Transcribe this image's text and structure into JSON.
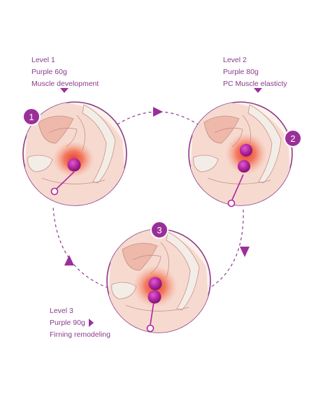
{
  "levels": [
    {
      "number": "1",
      "title": "Level 1",
      "weight": "Purple 60g",
      "description": "Muscle development"
    },
    {
      "number": "2",
      "title": "Level 2",
      "weight": "Purple 80g",
      "description": "PC Muscle elasticty"
    },
    {
      "number": "3",
      "title": "Level 3",
      "weight": "Purple 90g",
      "description": "Firning remodeling"
    }
  ],
  "colors": {
    "accent": "#9b2f9a",
    "ball": "#b0249f",
    "highlight": "#e8342a",
    "skin": "#f6dad0",
    "organ": "#eeb8aa",
    "bone": "#f3ede8",
    "outline": "#c98f86",
    "dashed": "#8a3b8a"
  },
  "icons": [
    "arrow-right-icon",
    "arrow-down-icon",
    "arrow-up-icon",
    "pointer-triangle-icon"
  ]
}
